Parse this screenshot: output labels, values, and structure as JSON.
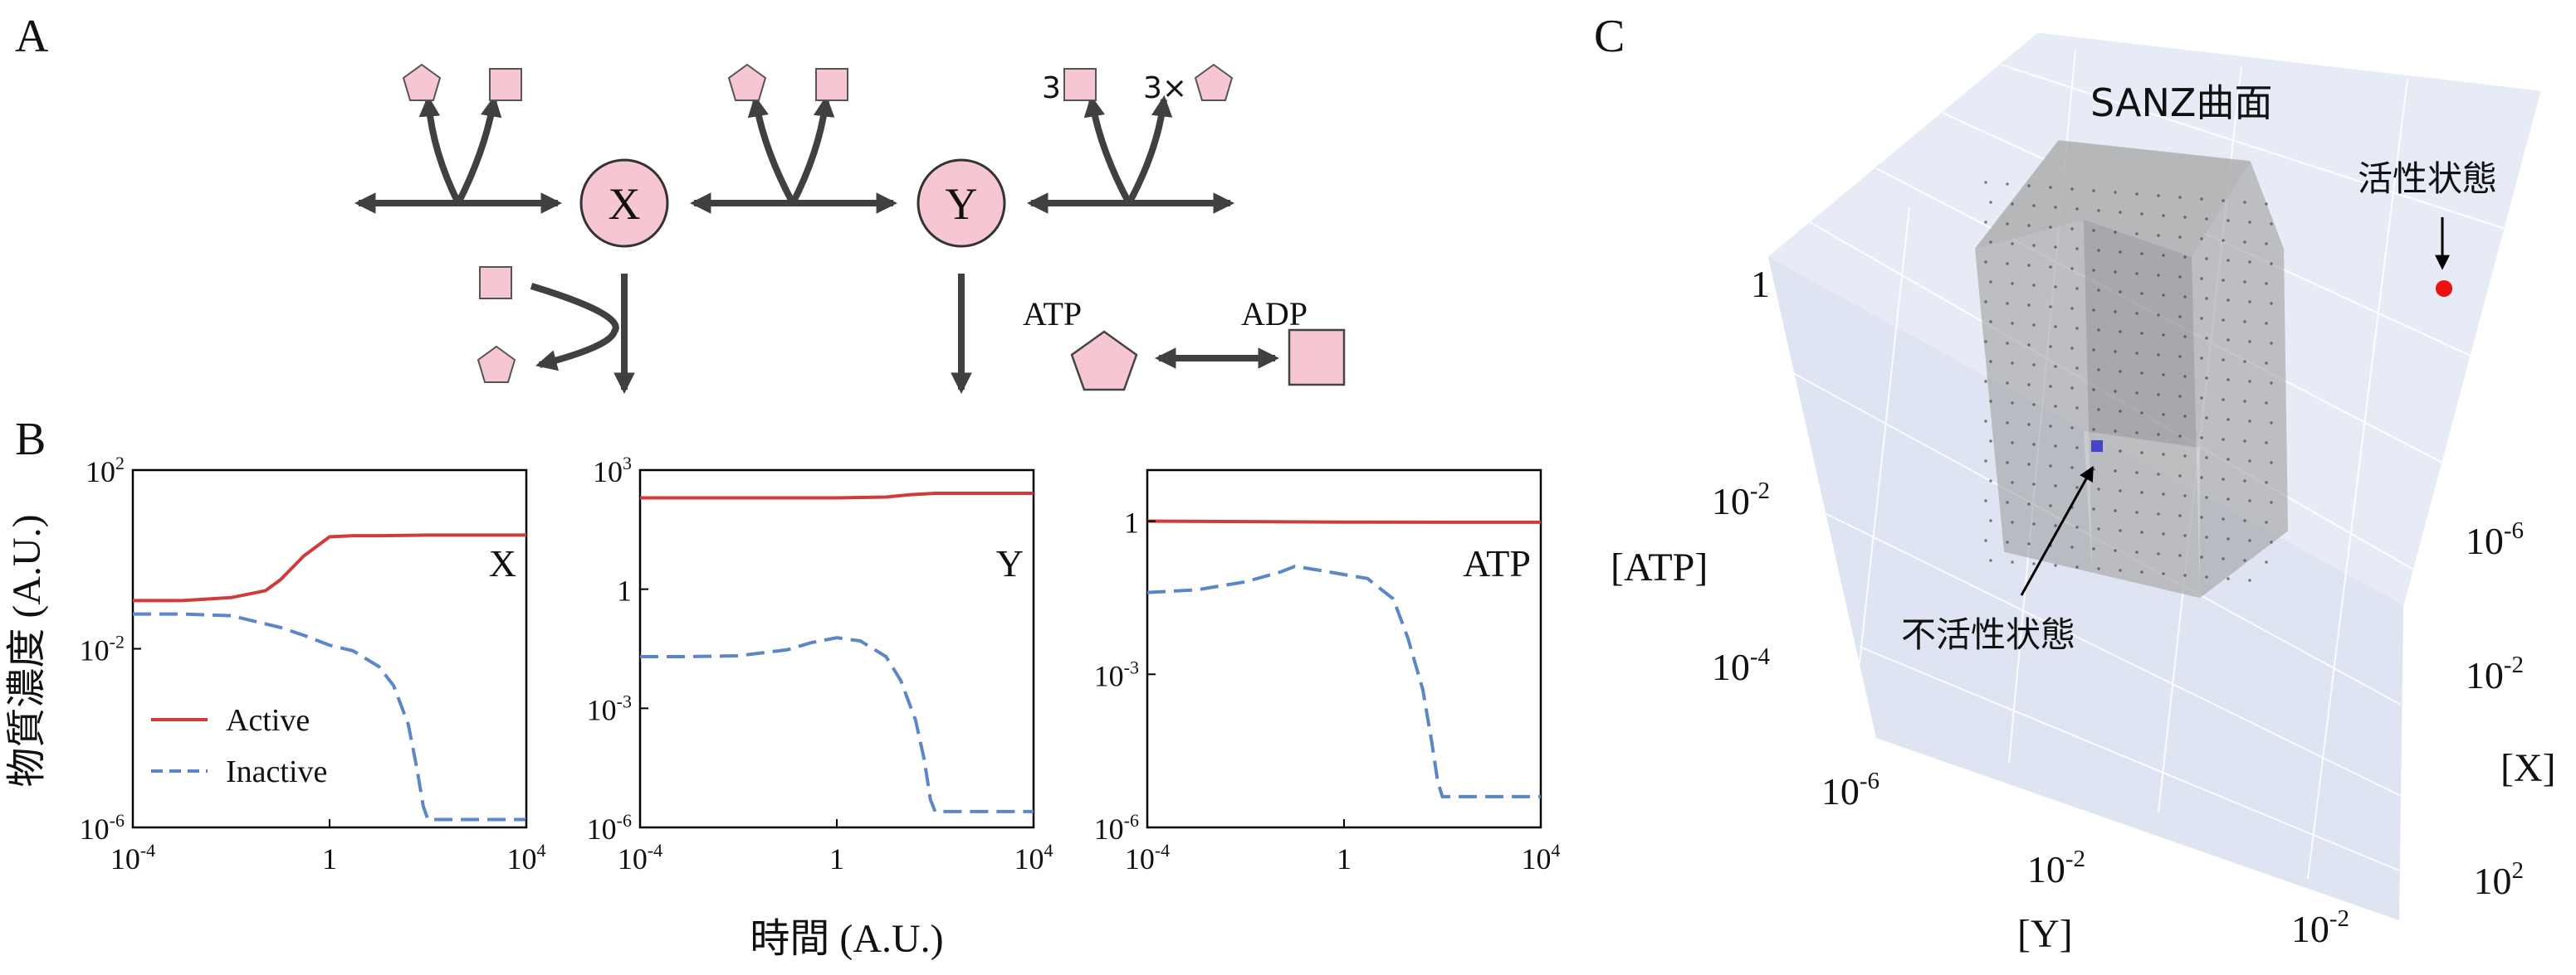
{
  "panel_a": {
    "label": "A",
    "node_x": "X",
    "node_y": "Y",
    "coef_square": "3×",
    "coef_pentagon": "3×",
    "atp": "ATP",
    "adp": "ADP"
  },
  "panel_b": {
    "label": "B",
    "ylabel": "物質濃度 (A.U.)",
    "xlabel": "時間 (A.U.)",
    "legend": {
      "active": "Active",
      "inactive": "Inactive"
    },
    "colors": {
      "active": "#d03c3c",
      "inactive": "#5b87c8"
    }
  },
  "panel_c": {
    "label": "C",
    "surface_label": "SANZ曲面",
    "active_label": "活性状態",
    "inactive_label": "不活性状態",
    "axis_atp": "[ATP]",
    "axis_x": "[X]",
    "axis_y": "[Y]",
    "atp_ticks": [
      {
        "base": "1",
        "exp": ""
      },
      {
        "base": "10",
        "exp": "-2"
      },
      {
        "base": "10",
        "exp": "-4"
      },
      {
        "base": "10",
        "exp": "-6"
      }
    ],
    "x_ticks": [
      {
        "base": "10",
        "exp": "-6"
      },
      {
        "base": "10",
        "exp": "-2"
      },
      {
        "base": "10",
        "exp": "2"
      }
    ],
    "y_ticks": [
      {
        "base": "10",
        "exp": "-2"
      },
      {
        "base": "10",
        "exp": "-2"
      }
    ],
    "colors": {
      "active_point": "#ee1111",
      "inactive_point": "#4444cc"
    }
  },
  "chart_data": [
    {
      "type": "line",
      "xscale": "log",
      "yscale": "log",
      "xlim": [
        0.0001,
        10000
      ],
      "ylim": [
        1e-06,
        100
      ],
      "x_ticks": [
        {
          "base": "10",
          "exp": "-4"
        },
        {
          "base": "1",
          "exp": ""
        },
        {
          "base": "10",
          "exp": "4"
        }
      ],
      "y_ticks": [
        {
          "base": "10",
          "exp": "2"
        },
        {
          "base": "10",
          "exp": "-2"
        },
        {
          "base": "10",
          "exp": "-6"
        }
      ],
      "panel_label": "X",
      "series": [
        {
          "name": "Active",
          "x": [
            0.0001,
            0.001,
            0.01,
            0.05,
            0.1,
            0.3,
            1,
            3,
            10,
            100,
            1000,
            10000
          ],
          "y": [
            0.12,
            0.12,
            0.14,
            0.2,
            0.35,
            1.2,
            3.2,
            3.4,
            3.4,
            3.5,
            3.5,
            3.5
          ]
        },
        {
          "name": "Inactive",
          "x": [
            0.0001,
            0.001,
            0.01,
            0.1,
            0.3,
            1,
            3,
            10,
            20,
            40,
            60,
            80,
            100,
            200,
            1000,
            10000
          ],
          "y": [
            0.06,
            0.06,
            0.055,
            0.03,
            0.02,
            0.012,
            0.009,
            0.004,
            0.0015,
            0.0002,
            2e-05,
            3e-06,
            1.5e-06,
            1.5e-06,
            1.5e-06,
            1.5e-06
          ]
        }
      ]
    },
    {
      "type": "line",
      "xscale": "log",
      "yscale": "log",
      "xlim": [
        0.0001,
        10000
      ],
      "ylim": [
        1e-06,
        1000
      ],
      "x_ticks": [
        {
          "base": "10",
          "exp": "-4"
        },
        {
          "base": "1",
          "exp": ""
        },
        {
          "base": "10",
          "exp": "4"
        }
      ],
      "y_ticks": [
        {
          "base": "10",
          "exp": "3"
        },
        {
          "base": "1",
          "exp": ""
        },
        {
          "base": "10",
          "exp": "-3"
        },
        {
          "base": "10",
          "exp": "-6"
        }
      ],
      "panel_label": "Y",
      "series": [
        {
          "name": "Active",
          "x": [
            0.0001,
            0.01,
            1,
            10,
            30,
            100,
            1000,
            10000
          ],
          "y": [
            200,
            200,
            200,
            210,
            240,
            260,
            260,
            260
          ]
        },
        {
          "name": "Inactive",
          "x": [
            0.0001,
            0.001,
            0.01,
            0.1,
            0.3,
            1,
            3,
            10,
            20,
            40,
            60,
            80,
            100,
            200,
            1000,
            10000
          ],
          "y": [
            0.02,
            0.02,
            0.021,
            0.03,
            0.045,
            0.06,
            0.05,
            0.02,
            0.005,
            0.0005,
            5e-05,
            5e-06,
            2.5e-06,
            2.5e-06,
            2.5e-06,
            2.5e-06
          ]
        }
      ]
    },
    {
      "type": "line",
      "xscale": "log",
      "yscale": "log",
      "xlim": [
        0.0001,
        10000
      ],
      "ylim": [
        1e-06,
        10
      ],
      "x_ticks": [
        {
          "base": "10",
          "exp": "-4"
        },
        {
          "base": "1",
          "exp": ""
        },
        {
          "base": "10",
          "exp": "4"
        }
      ],
      "y_ticks": [
        {
          "base": "1",
          "exp": ""
        },
        {
          "base": "10",
          "exp": "-3"
        },
        {
          "base": "10",
          "exp": "-6"
        }
      ],
      "panel_label": "ATP",
      "series": [
        {
          "name": "Active",
          "x": [
            0.0001,
            0.01,
            1,
            100,
            10000
          ],
          "y": [
            1,
            0.98,
            0.96,
            0.95,
            0.95
          ]
        },
        {
          "name": "Inactive",
          "x": [
            0.0001,
            0.001,
            0.01,
            0.05,
            0.1,
            0.3,
            1,
            3,
            10,
            20,
            40,
            60,
            80,
            100,
            200,
            1000,
            10000
          ],
          "y": [
            0.04,
            0.045,
            0.065,
            0.1,
            0.13,
            0.11,
            0.09,
            0.075,
            0.03,
            0.005,
            0.0005,
            5e-05,
            8e-06,
            4e-06,
            4e-06,
            4e-06,
            4e-06
          ]
        }
      ]
    }
  ]
}
